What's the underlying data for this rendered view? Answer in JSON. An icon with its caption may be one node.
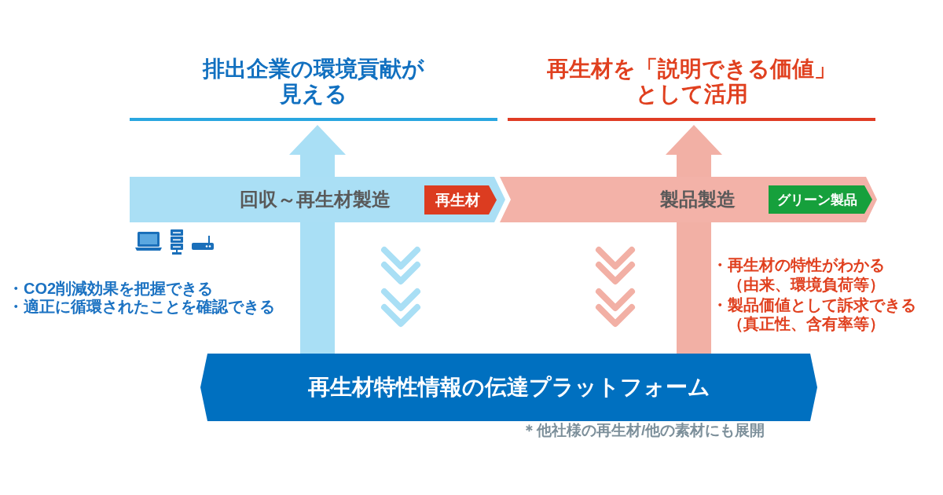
{
  "diagram": {
    "nodes": [
      {
        "text": [
          "排出企業の環境貢献が見える"
        ]
      },
      {
        "text": [
          "再生材を「説明できる価値」として活用"
        ]
      },
      {
        "text": [
          "回収～再生材製造"
        ]
      },
      {
        "text": [
          "再生材"
        ],
        "in": 2
      },
      {
        "text": [
          "製品製造"
        ]
      },
      {
        "text": [
          "グリーン製品"
        ],
        "in": 4
      },
      {
        "text": [
          "再生材特性情報の伝達プラットフォーム"
        ],
        "beside": [
          "＊他社様の再生材/他の素材にも展開"
        ]
      }
    ],
    "edges": [
      {
        "from": 6,
        "to": 0,
        "arrow": "to",
        "style": "thick",
        "color": "#a9dff5"
      },
      {
        "from": 6,
        "to": 1,
        "arrow": "to",
        "style": "thick",
        "color": "#f2b0a5"
      },
      {
        "from": 2,
        "to": 6,
        "arrow": "to",
        "color": "#a9dff5"
      },
      {
        "from": 4,
        "to": 6,
        "arrow": "to",
        "color": "#f2b0a5"
      }
    ],
    "labels": [
      "・CO2削減効果を把握できる",
      "・適正に循環されたことを確認できる",
      "・再生材の特性がわかる",
      "（由来、環境負荷等）",
      "・製品価値として訴求できる",
      "（真正性、含有率等）"
    ]
  }
}
